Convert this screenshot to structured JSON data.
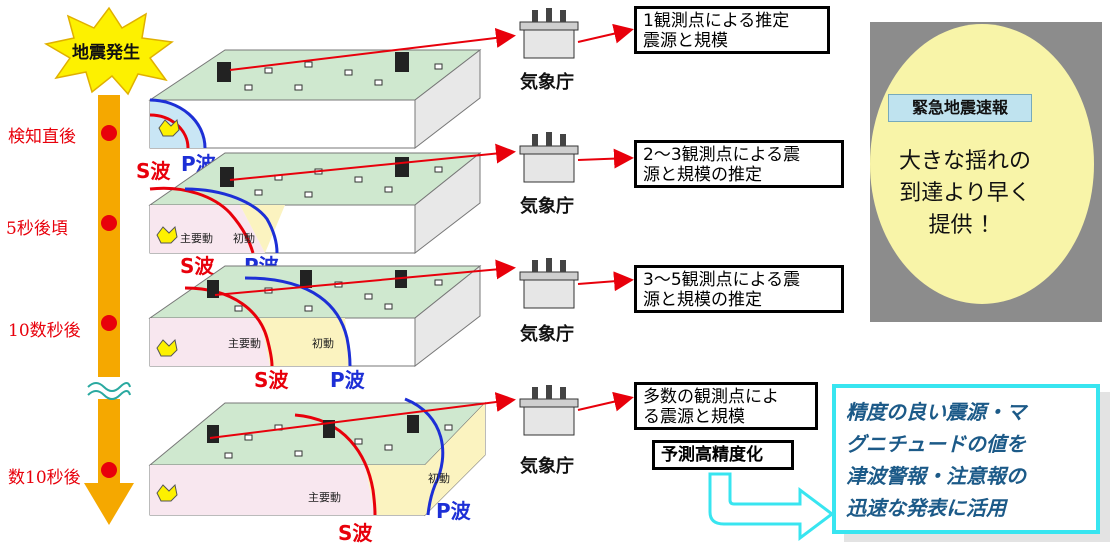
{
  "colors": {
    "s_wave": "#e8000b",
    "p_wave": "#1d2fd6",
    "timeline": "#f5a800",
    "panel_bg": "#8c8c8c",
    "ellipse": "#f8f4a8",
    "cyan_box": "#38e5f0"
  },
  "burst": {
    "label": "地震発生"
  },
  "timeline": {
    "labels": [
      "検知直後",
      "5秒後頃",
      "10数秒後",
      "数10秒後"
    ]
  },
  "stages": [
    {
      "s_label": "S波",
      "p_label": "P波",
      "agency": "気象庁",
      "box_text": "1観測点による推定\n震源と規模"
    },
    {
      "s_label": "S波",
      "p_label": "P波",
      "agency": "気象庁",
      "box_text": "2～3観測点による震\n源と規模の推定",
      "inner_main": "主要動",
      "inner_first": "初動"
    },
    {
      "s_label": "S波",
      "p_label": "P波",
      "agency": "気象庁",
      "box_text": "3～5観測点による震\n源と規模の推定",
      "inner_main": "主要動",
      "inner_first": "初動"
    },
    {
      "s_label": "S波",
      "p_label": "P波",
      "agency": "気象庁",
      "box_text": "多数の観測点によ\nる震源と規模",
      "inner_main": "主要動",
      "inner_first": "初動"
    }
  ],
  "precision_label": "予測高精度化",
  "panel": {
    "title": "緊急地震速報",
    "body": "大きな揺れの\n到達より早く\n提供 ！"
  },
  "result_box": {
    "text": "精度の良い震源・マ\nグニチュードの値を\n津波警報・注意報の\n迅速な発表に活用"
  }
}
